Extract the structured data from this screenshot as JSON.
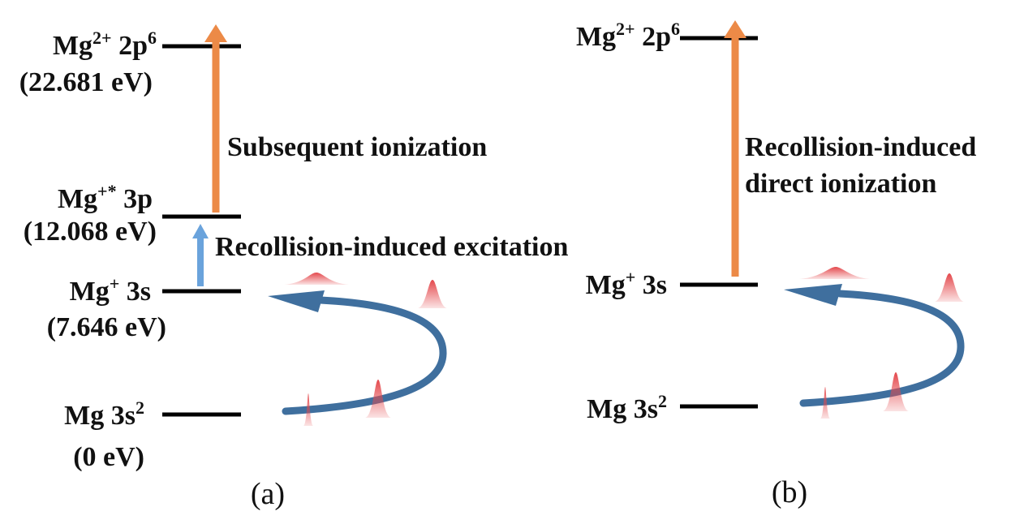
{
  "colors": {
    "level": "#000000",
    "ionization_arrow": "#ec8a47",
    "excitation_arrow": "#6aa3dc",
    "trajectory": "#3f6f9e",
    "wavepacket": "#e4484c"
  },
  "panel_a": {
    "label": "(a)",
    "levels": [
      {
        "name_main": "Mg",
        "name_sup": "2+",
        "name_rest": " 2p",
        "name_rest_sup": "6",
        "energy": "(22.681 eV)"
      },
      {
        "name_main": "Mg",
        "name_sup": "+*",
        "name_rest": " 3p",
        "name_rest_sup": "",
        "energy": "(12.068 eV)"
      },
      {
        "name_main": "Mg",
        "name_sup": "+",
        "name_rest": " 3s",
        "name_rest_sup": "",
        "energy": "(7.646 eV)"
      },
      {
        "name_main": "Mg 3s",
        "name_sup": "2",
        "name_rest": "",
        "name_rest_sup": "",
        "energy": "(0 eV)"
      }
    ],
    "process_upper": "Subsequent ionization",
    "process_lower": "Recollision-induced excitation"
  },
  "panel_b": {
    "label": "(b)",
    "levels": [
      {
        "name_main": "Mg",
        "name_sup": "2+",
        "name_rest": " 2p",
        "name_rest_sup": "6"
      },
      {
        "name_main": "Mg",
        "name_sup": "+",
        "name_rest": " 3s",
        "name_rest_sup": ""
      },
      {
        "name_main": "Mg 3s",
        "name_sup": "2",
        "name_rest": "",
        "name_rest_sup": ""
      }
    ],
    "process_line1": "Recollision-induced",
    "process_line2": "direct ionization"
  }
}
